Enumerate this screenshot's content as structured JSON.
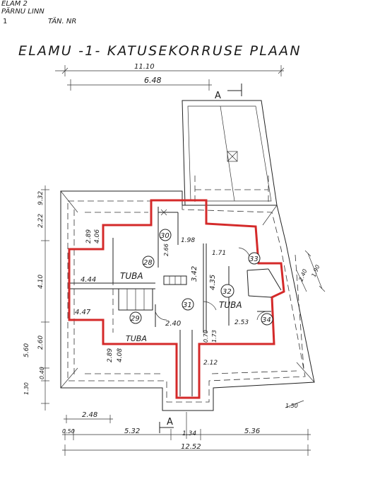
{
  "header": {
    "line1": "ELAM 2",
    "line2": "PÄRNU LINN",
    "line3_left": "1",
    "line3_right": "TÄN. NR"
  },
  "title": "ELAMU -1- KATUSEKORRUSE PLAAN",
  "section_marker": "A",
  "rooms": [
    {
      "number": "28",
      "name": "TUBA"
    },
    {
      "number": "29",
      "name": "TUBA"
    },
    {
      "number": "30",
      "name": ""
    },
    {
      "number": "31",
      "name": ""
    },
    {
      "number": "32",
      "name": "TUBA"
    },
    {
      "number": "33",
      "name": ""
    },
    {
      "number": "34",
      "name": ""
    }
  ],
  "dimensions": {
    "top_total": "11.10",
    "top_inner": "6.48",
    "left_932": "9.32",
    "left_222": "2.22",
    "left_410": "4.10",
    "left_260": "2.60",
    "left_560": "5.60",
    "left_040": "0.40",
    "left_130": "1.30",
    "r28_h289": "2.89",
    "r28_h406": "4.06",
    "r28_w444": "4.44",
    "r29_w447": "4.47",
    "r29_h289": "2.89",
    "r29_h408": "4.08",
    "r29_w240": "2.40",
    "r30_h266": "2.66",
    "r30_w198": "1.98",
    "r31_h342": "3.42",
    "r31_h070": "0.70",
    "r31_h173": "1.73",
    "r32_h435": "4.35",
    "r32_w171": "1.71",
    "r32_w253": "2.53",
    "bottom_212": "2.12",
    "right_240": "2.40",
    "right_190": "1.90",
    "bottom_150": "1.50",
    "bottom_248": "2.48",
    "bottom_050": "0.50",
    "bottom_532": "5.32",
    "bottom_134": "1.34",
    "bottom_536": "5.36",
    "bottom_total": "12.52"
  },
  "colors": {
    "wall_outline": "#d42a2a",
    "ink": "#222222"
  }
}
